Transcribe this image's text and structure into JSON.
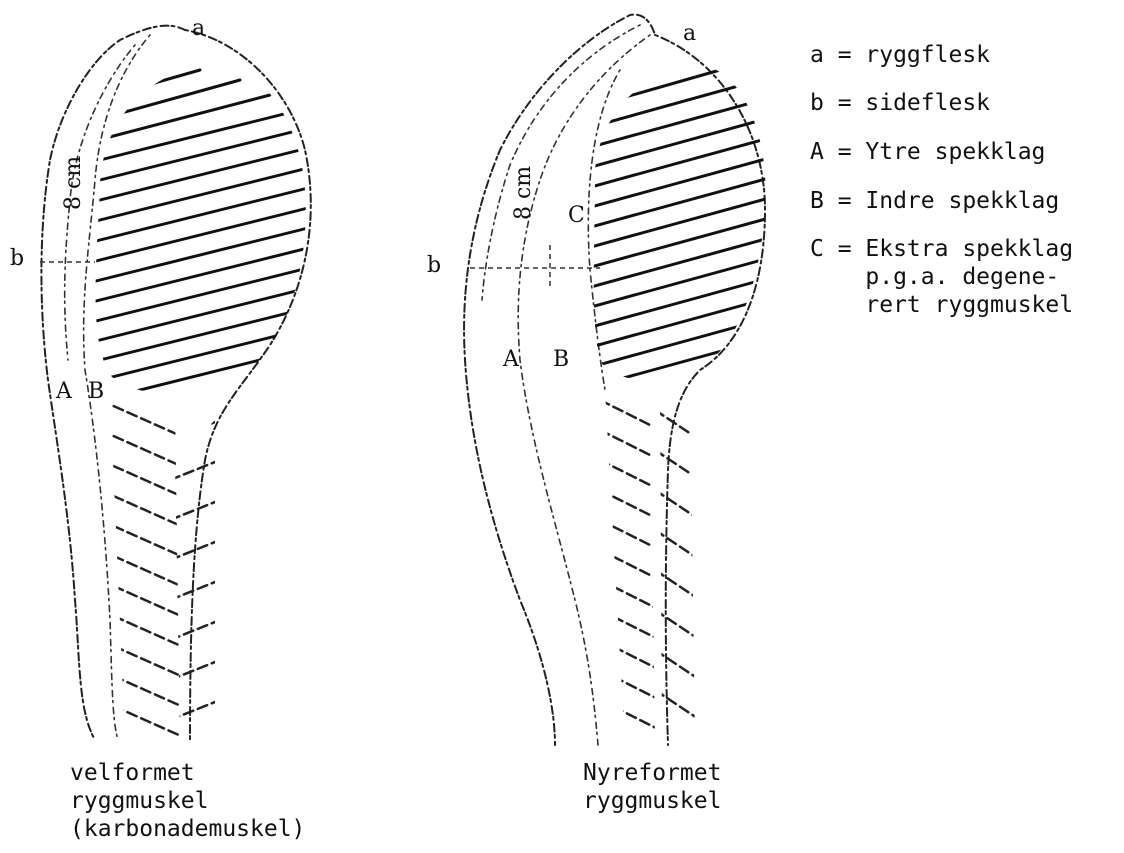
{
  "figures": [
    {
      "id": "left",
      "labels": {
        "a": "a",
        "b": "b",
        "A": "A",
        "B": "B",
        "measure": "8 cm"
      },
      "caption": [
        "velformet",
        "ryggmuskel",
        "(karbonademuskel)"
      ]
    },
    {
      "id": "right",
      "labels": {
        "a": "a",
        "b": "b",
        "A": "A",
        "B": "B",
        "C": "C",
        "measure": "8 cm"
      },
      "caption": [
        "Nyreformet",
        "ryggmuskel"
      ]
    }
  ],
  "legend": [
    "a = ryggflesk",
    "b = sideflesk",
    "A = Ytre spekklag",
    "B = Indre spekklag",
    "C = Ekstra spekklag",
    "    p.g.a. degene-",
    "    rert ryggmuskel"
  ]
}
